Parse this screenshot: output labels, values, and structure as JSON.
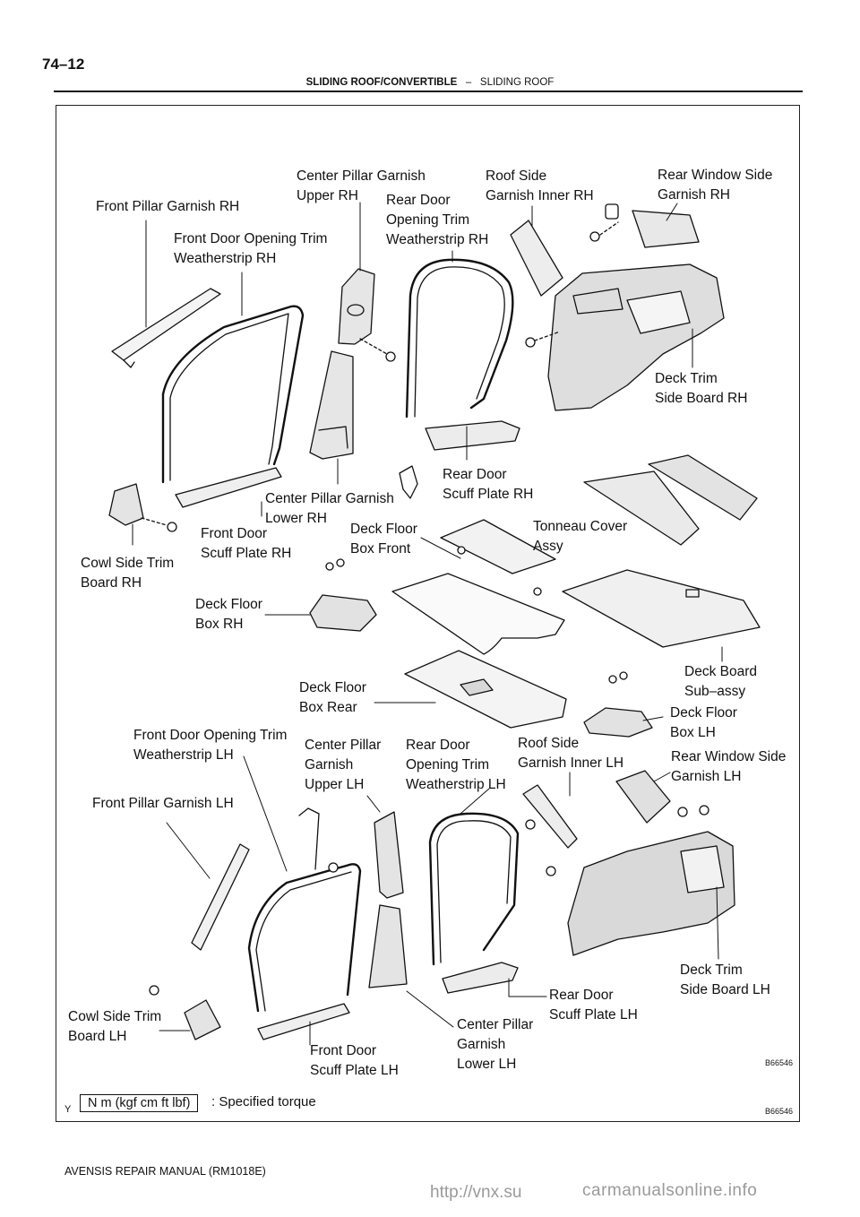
{
  "page": {
    "number": "74–12",
    "section": "SLIDING ROOF/CONVERTIBLE",
    "separator": "–",
    "subsection": "SLIDING ROOF",
    "manual": "AVENSIS REPAIR MANUAL   (RM1018E)",
    "watermark_site": "carmanualsonline.info",
    "watermark_link": "http://vnx.su"
  },
  "figure": {
    "code_top": "B66546",
    "code_bottom": "B66546",
    "corner_mark": "Y",
    "legend_unit": "N m (kgf cm ft lbf)",
    "legend_text": ": Specified torque"
  },
  "labels": {
    "front_pillar_garnish_rh": "Front Pillar Garnish RH",
    "center_pillar_garnish_upper_rh": "Center Pillar Garnish\nUpper RH",
    "roof_side_garnish_inner_rh": "Roof Side\nGarnish Inner RH",
    "rear_window_side_garnish_rh": "Rear Window Side\nGarnish RH",
    "rear_door_opening_trim_weatherstrip_rh": "Rear Door\nOpening Trim\nWeatherstrip RH",
    "front_door_opening_trim_weatherstrip_rh": "Front Door Opening Trim\nWeatherstrip RH",
    "deck_trim_side_board_rh": "Deck Trim\nSide Board RH",
    "rear_door_scuff_plate_rh": "Rear Door\nScuff Plate RH",
    "center_pillar_garnish_lower_rh": "Center Pillar Garnish\nLower RH",
    "deck_floor_box_front": "Deck Floor\nBox Front",
    "tonneau_cover_assy": "Tonneau Cover\nAssy",
    "front_door_scuff_plate_rh": "Front Door\nScuff Plate RH",
    "cowl_side_trim_board_rh": "Cowl Side Trim\nBoard RH",
    "deck_floor_box_rh": "Deck Floor\nBox RH",
    "deck_board_sub_assy": "Deck Board\nSub–assy",
    "deck_floor_box_rear": "Deck Floor\nBox Rear",
    "deck_floor_box_lh": "Deck Floor\nBox LH",
    "front_door_opening_trim_weatherstrip_lh": "Front Door Opening Trim\nWeatherstrip LH",
    "center_pillar_garnish_upper_lh": "Center Pillar\nGarnish\nUpper LH",
    "rear_door_opening_trim_weatherstrip_lh": "Rear Door\nOpening Trim\nWeatherstrip LH",
    "roof_side_garnish_inner_lh": "Roof Side\nGarnish Inner LH",
    "rear_window_side_garnish_lh": "Rear Window Side\nGarnish LH",
    "front_pillar_garnish_lh": "Front Pillar Garnish LH",
    "deck_trim_side_board_lh": "Deck Trim\nSide Board LH",
    "rear_door_scuff_plate_lh": "Rear Door\nScuff Plate LH",
    "cowl_side_trim_board_lh": "Cowl Side Trim\nBoard LH",
    "center_pillar_garnish_lower_lh": "Center Pillar\nGarnish\nLower LH",
    "front_door_scuff_plate_lh": "Front Door\nScuff Plate LH"
  }
}
